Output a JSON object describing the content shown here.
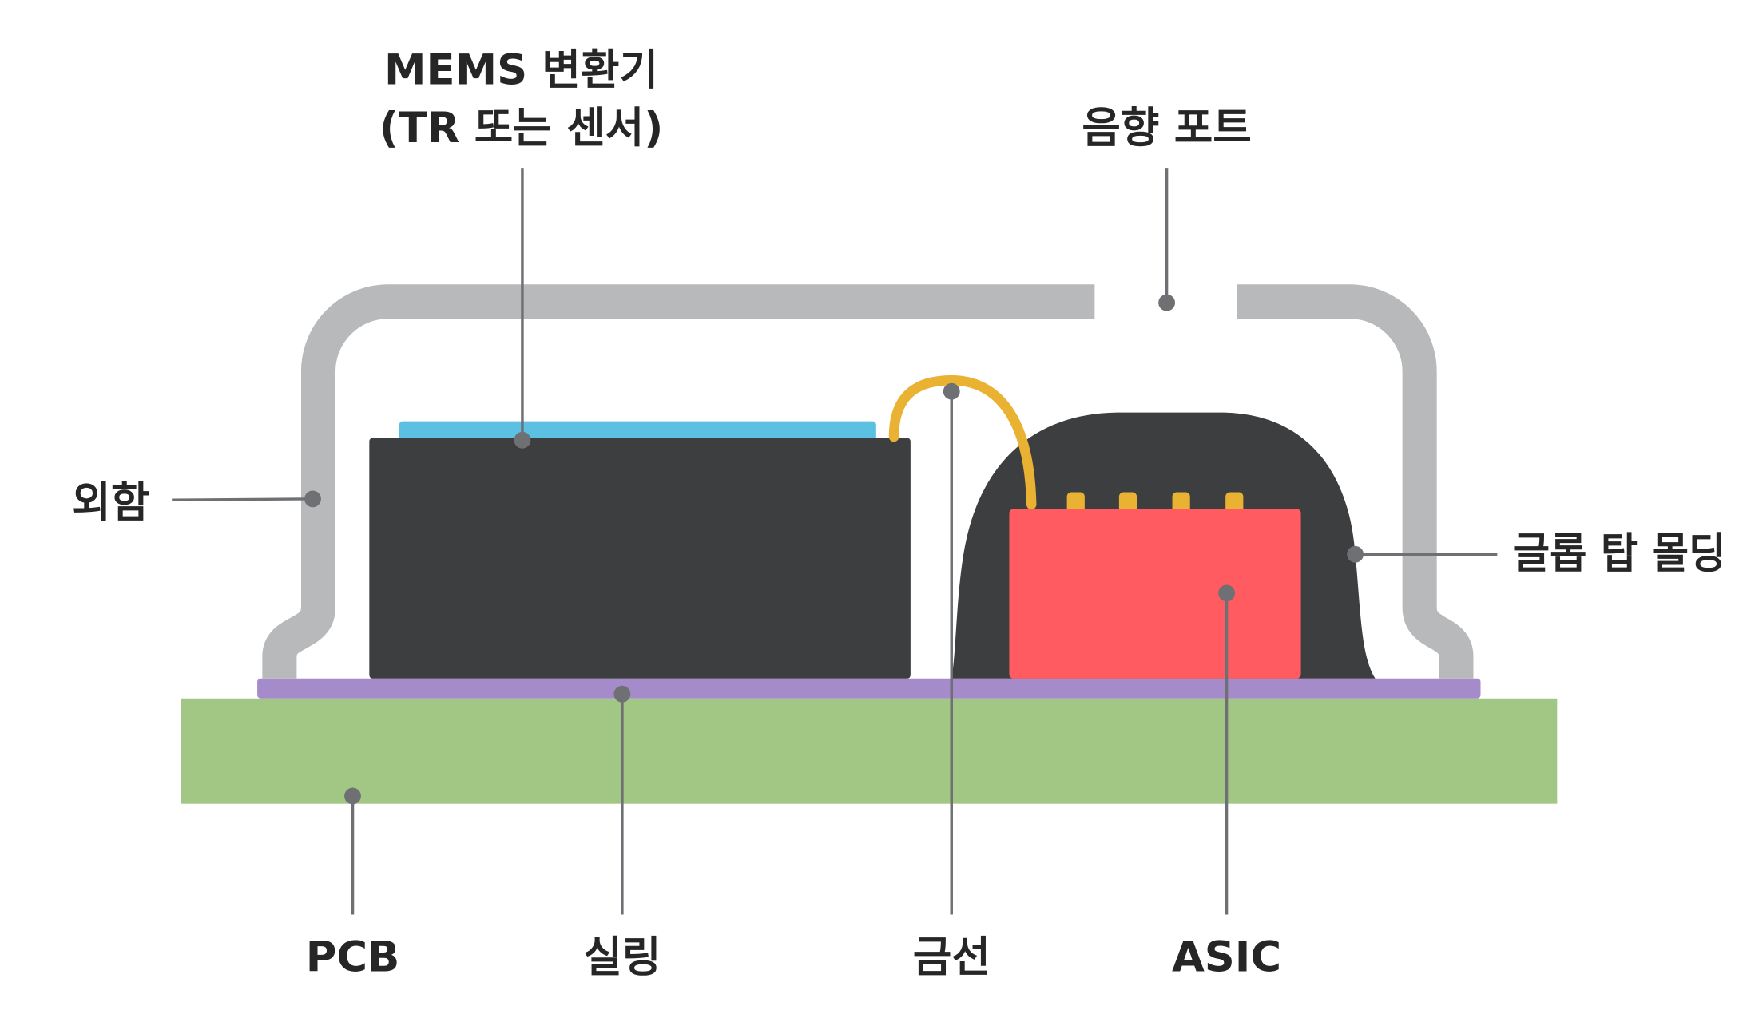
{
  "diagram": {
    "labels": {
      "mems_transducer": "MEMS 변환기",
      "mems_transducer_sub": "(TR 또는 센서)",
      "acoustic_port": "음향 포트",
      "housing": "외함",
      "glob_top_molding": "글롭 탑 몰딩",
      "pcb": "PCB",
      "sealing": "실링",
      "gold_wire": "금선",
      "asic": "ASIC"
    },
    "colors": {
      "housing": "#b8b9bb",
      "die": "#3d3e40",
      "diaphragm": "#5bc0e2",
      "gold": "#e9b232",
      "asic": "#ff5b60",
      "sealing": "#a58bca",
      "pcb": "#a2c684",
      "leader": "#6e7073",
      "text": "#262626"
    }
  }
}
